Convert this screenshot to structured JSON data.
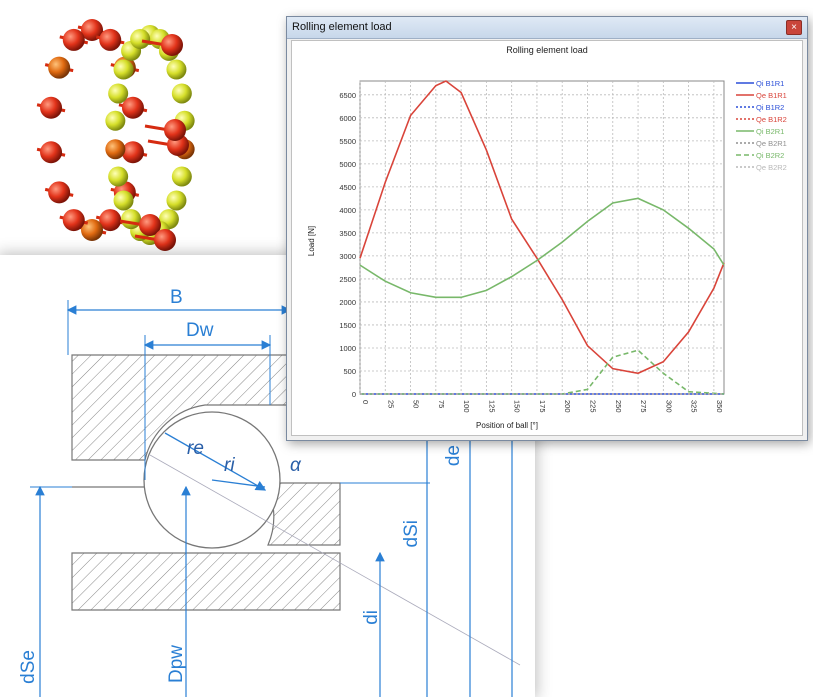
{
  "window": {
    "title": "Rolling element load",
    "close_glyph": "×"
  },
  "drawing": {
    "labels": {
      "B": "B",
      "Dw": "Dw",
      "re": "re",
      "ri": "ri",
      "alpha": "α",
      "de": "de",
      "dSi": "dSi",
      "di": "di",
      "Dpw": "Dpw",
      "dSe": "dSe"
    },
    "line_color": "#2a7fd4"
  },
  "chart_data": {
    "type": "line",
    "title": "Rolling element load",
    "xlabel": "Position of ball [°]",
    "ylabel": "Load [N]",
    "xlim": [
      0,
      360
    ],
    "ylim": [
      0,
      6800
    ],
    "x_ticks": [
      "0",
      "25",
      "50",
      "75",
      "100",
      "125",
      "150",
      "175",
      "200",
      "225",
      "250",
      "275",
      "300",
      "325",
      "350"
    ],
    "y_ticks": [
      "0",
      "500",
      "1000",
      "1500",
      "2000",
      "2500",
      "3000",
      "3500",
      "4000",
      "4500",
      "5000",
      "5500",
      "6000",
      "6500"
    ],
    "grid": true,
    "legend_position": "right",
    "series": [
      {
        "name": "Qi B1R1",
        "color": "#2b4fd8",
        "dash": "solid",
        "x": [
          0,
          360
        ],
        "y": [
          0,
          0
        ]
      },
      {
        "name": "Qe B1R1",
        "color": "#d9443a",
        "dash": "solid",
        "x": [
          0,
          25,
          50,
          75,
          85,
          100,
          125,
          150,
          175,
          200,
          225,
          250,
          275,
          300,
          325,
          350,
          360
        ],
        "y": [
          2950,
          4600,
          6050,
          6700,
          6800,
          6550,
          5300,
          3800,
          2950,
          2050,
          1050,
          550,
          450,
          700,
          1350,
          2300,
          2850
        ]
      },
      {
        "name": "Qi B1R2",
        "color": "#2b4fd8",
        "dash": "dotted",
        "x": [
          0,
          360
        ],
        "y": [
          0,
          0
        ]
      },
      {
        "name": "Qe B1R2",
        "color": "#d9443a",
        "dash": "dotted",
        "x": [
          0,
          360
        ],
        "y": [
          0,
          0
        ]
      },
      {
        "name": "Qi B2R1",
        "color": "#78b86a",
        "dash": "solid",
        "x": [
          0,
          25,
          50,
          75,
          100,
          125,
          150,
          175,
          200,
          225,
          250,
          275,
          300,
          325,
          350,
          360
        ],
        "y": [
          2800,
          2450,
          2200,
          2100,
          2100,
          2250,
          2550,
          2900,
          3300,
          3750,
          4150,
          4250,
          4000,
          3600,
          3150,
          2800
        ]
      },
      {
        "name": "Qe B2R1",
        "color": "#8f8f8f",
        "dash": "dotted",
        "x": [
          0,
          360
        ],
        "y": [
          0,
          0
        ]
      },
      {
        "name": "Qi B2R2",
        "color": "#78b86a",
        "dash": "dashed",
        "x": [
          0,
          200,
          225,
          250,
          275,
          300,
          325,
          360
        ],
        "y": [
          0,
          0,
          100,
          800,
          950,
          450,
          50,
          0
        ]
      },
      {
        "name": "Qe B2R2",
        "color": "#b8b8b8",
        "dash": "dotted",
        "x": [
          0,
          360
        ],
        "y": [
          0,
          0
        ]
      }
    ]
  }
}
